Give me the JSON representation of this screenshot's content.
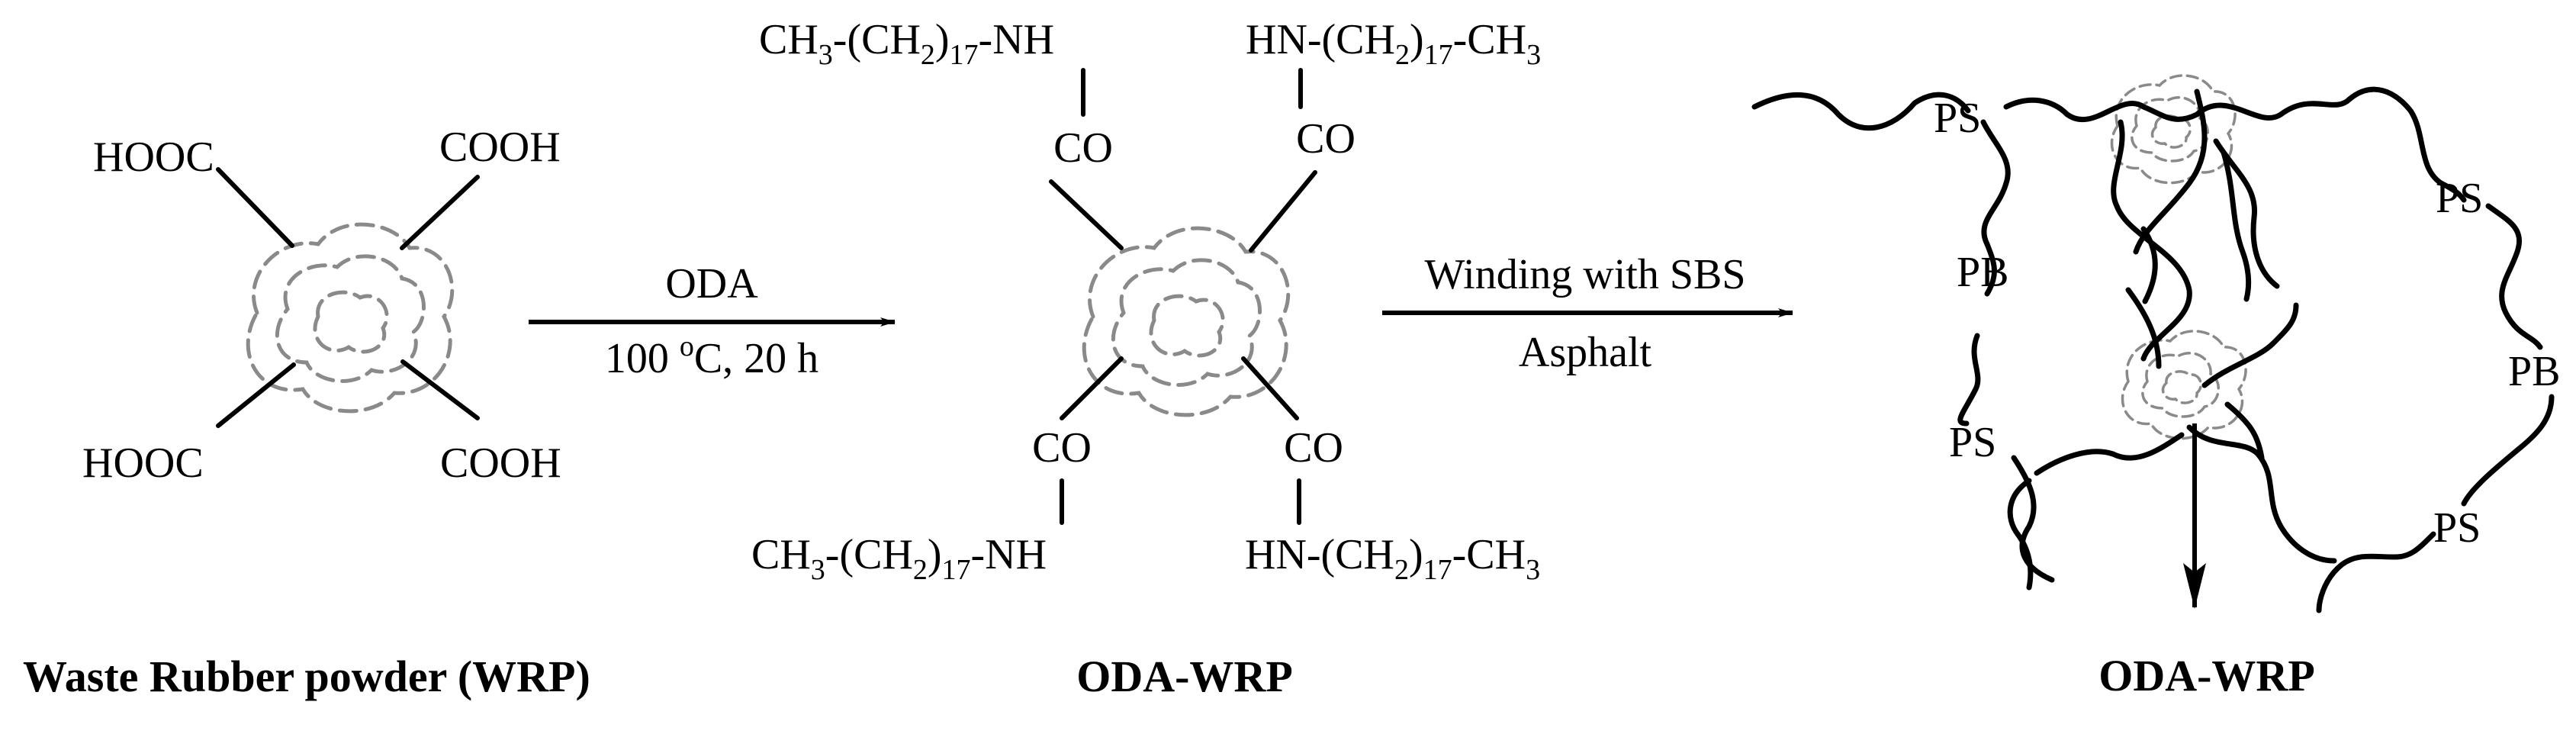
{
  "wrp": {
    "groups": {
      "tl": "HOOC",
      "tr": "COOH",
      "bl": "HOOC",
      "br": "COOH"
    },
    "caption": "Waste Rubber powder (WRP)"
  },
  "reaction1": {
    "above": "ODA",
    "below_a": "100 ",
    "below_sup": "o",
    "below_b": "C, 20 h"
  },
  "oda_wrp": {
    "co": "CO",
    "chain_tl": {
      "a": "CH",
      "s1": "3",
      "b": "-(CH",
      "s2": "2",
      "c": ")",
      "s3": "17",
      "d": "-NH"
    },
    "chain_tr": {
      "a": "HN-(CH",
      "s1": "2",
      "b": ")",
      "s2": "17",
      "c": "-CH",
      "s3": "3"
    },
    "chain_bl": {
      "a": "CH",
      "s1": "3",
      "b": "-(CH",
      "s2": "2",
      "c": ")",
      "s3": "17",
      "d": "-NH"
    },
    "chain_br": {
      "a": "HN-(CH",
      "s1": "2",
      "b": ")",
      "s2": "17",
      "c": "-CH",
      "s3": "3"
    },
    "caption": "ODA-WRP"
  },
  "reaction2": {
    "above": "Winding with SBS",
    "below": "Asphalt"
  },
  "network": {
    "labels": {
      "ps1": "PS",
      "pb1": "PB",
      "ps2": "PS",
      "ps3": "PS",
      "pb2": "PB",
      "ps4": "PS"
    },
    "caption": "ODA-WRP"
  }
}
